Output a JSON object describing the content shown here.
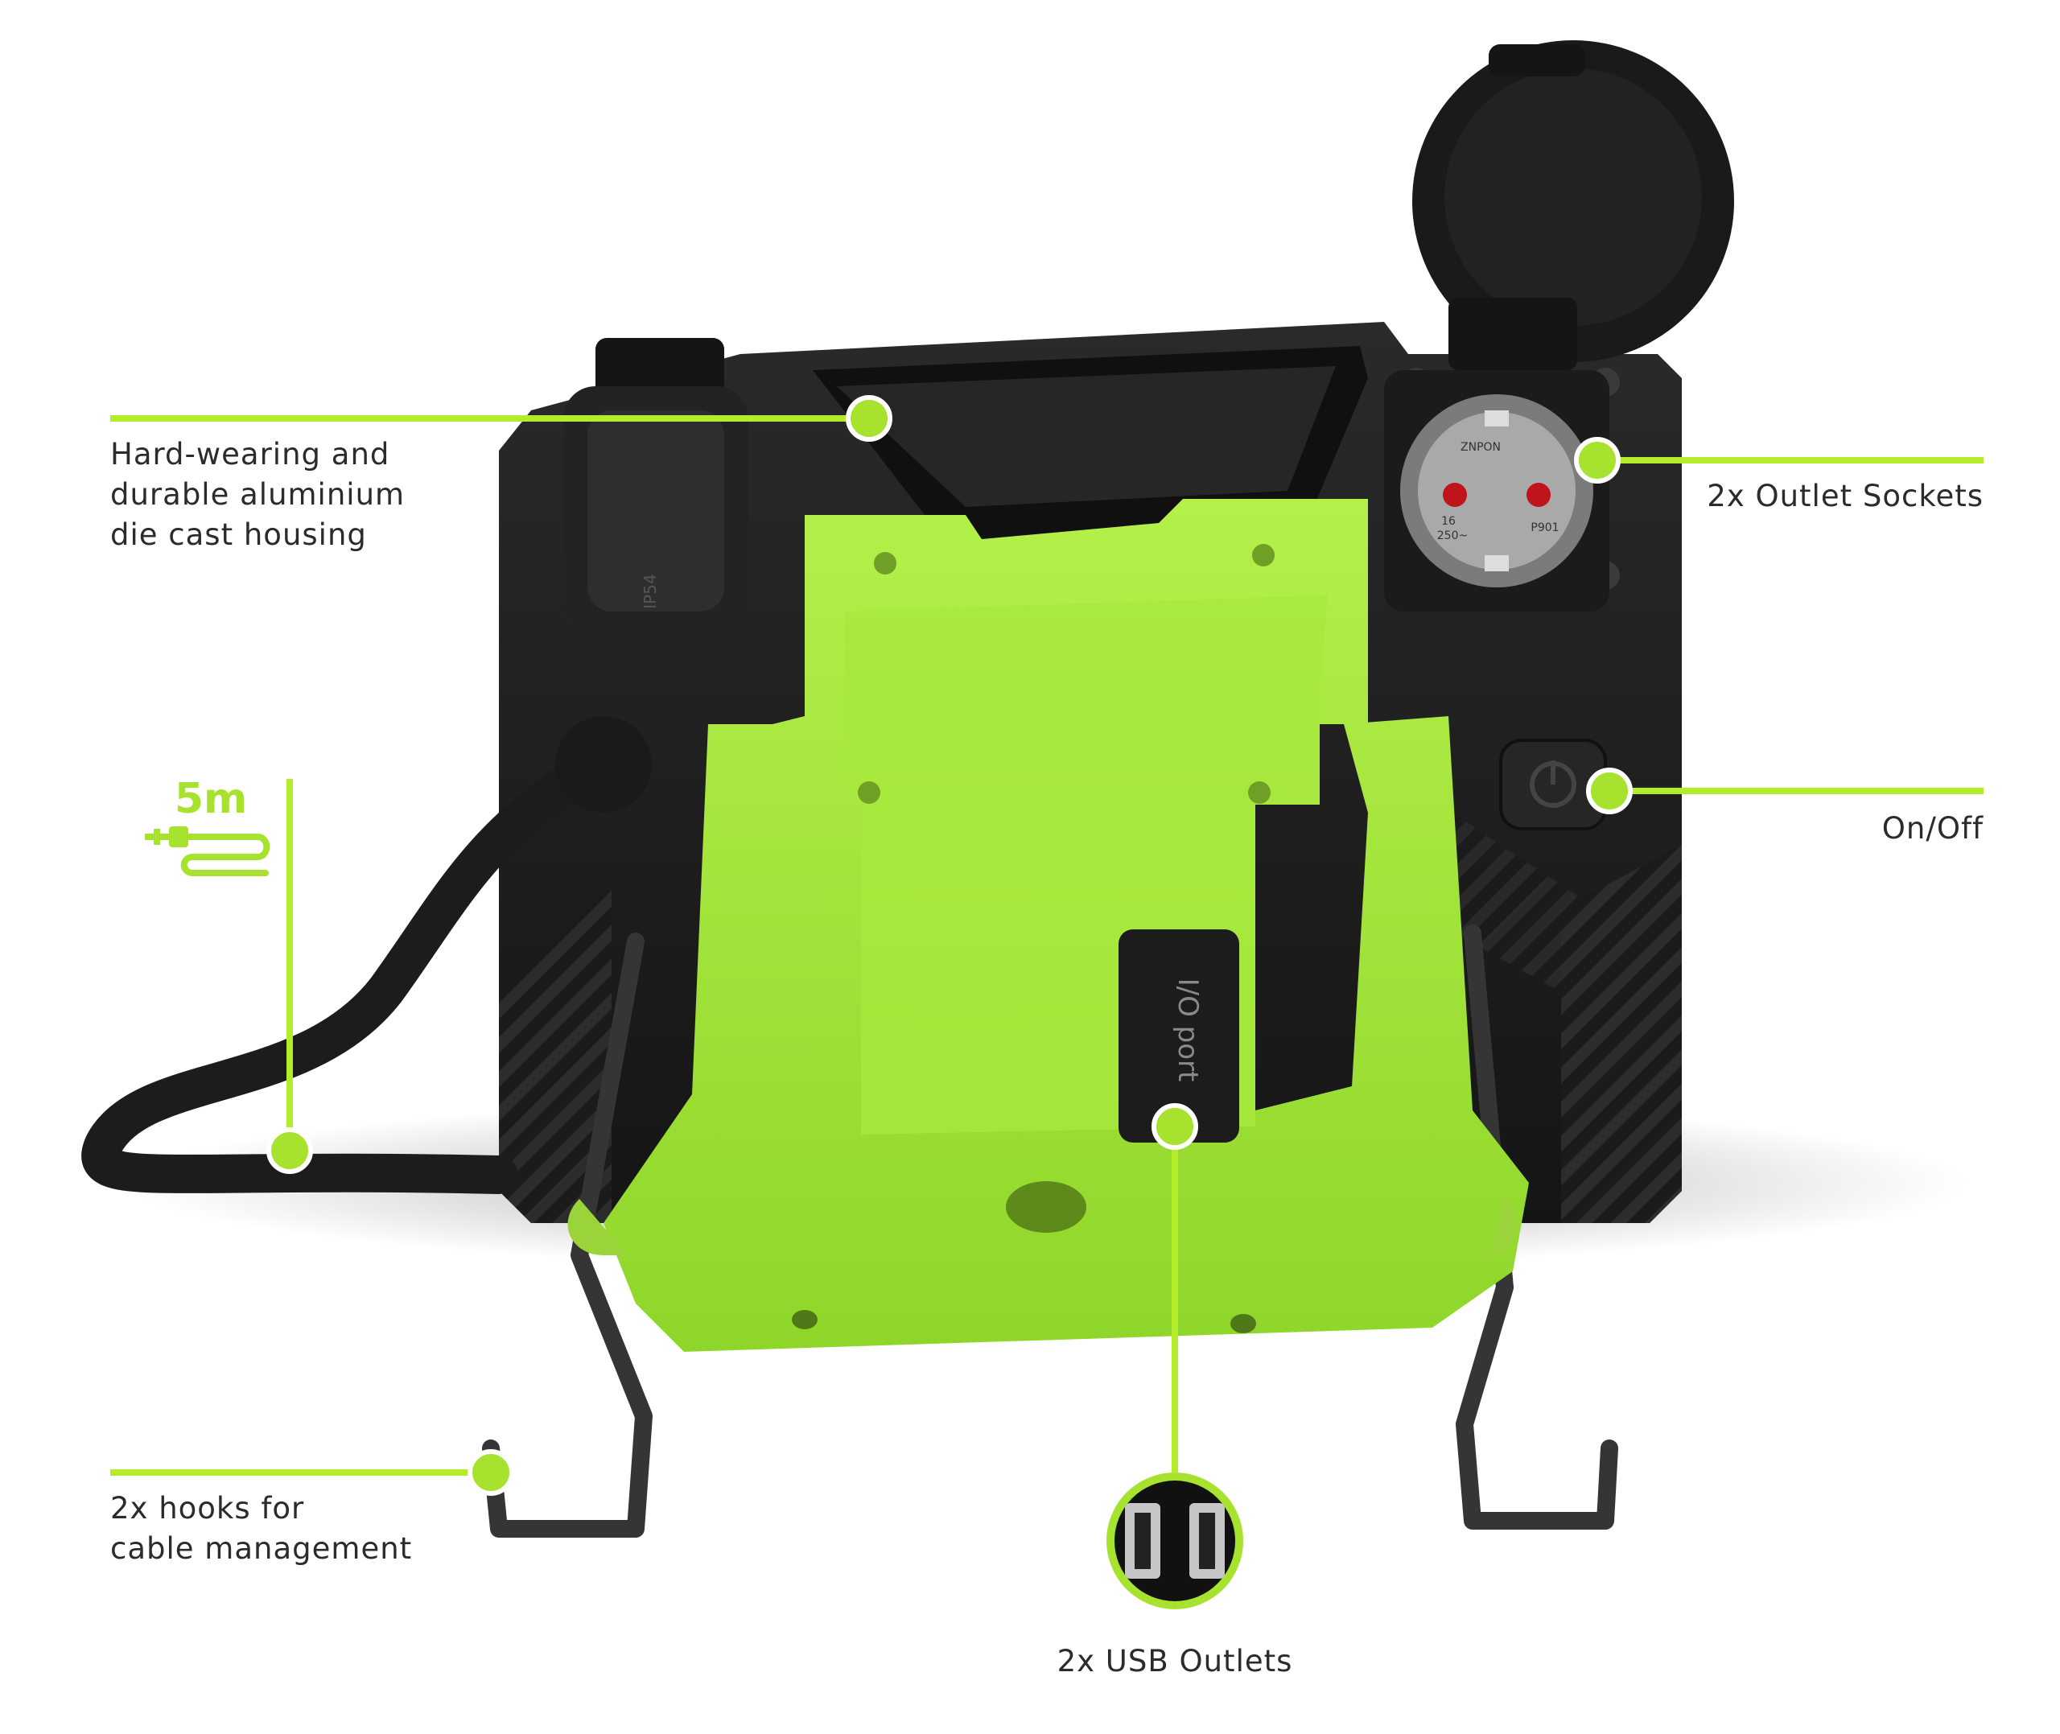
{
  "accent_color": "#a6e22e",
  "accent_line_color": "#b4ec2c",
  "body_color": "#1f1f1f",
  "callouts": {
    "housing": {
      "lines": [
        "Hard-wearing and",
        "durable aluminium",
        "die cast housing"
      ]
    },
    "sockets": {
      "lines": [
        "2x Outlet Sockets"
      ]
    },
    "onoff": {
      "lines": [
        "On/Off"
      ]
    },
    "hooks": {
      "lines": [
        "2x hooks for",
        "cable management"
      ]
    },
    "usb": {
      "lines": [
        "2x USB Outlets"
      ]
    }
  },
  "cable_icon": {
    "label": "5m",
    "icon": "plug-cable-icon"
  },
  "product_markings": {
    "io_port": "I/O port",
    "socket_left": "IP54",
    "socket_right_a": "ZNPON",
    "socket_right_b": "P901",
    "socket_right_c": "16",
    "socket_right_d": "250~"
  }
}
